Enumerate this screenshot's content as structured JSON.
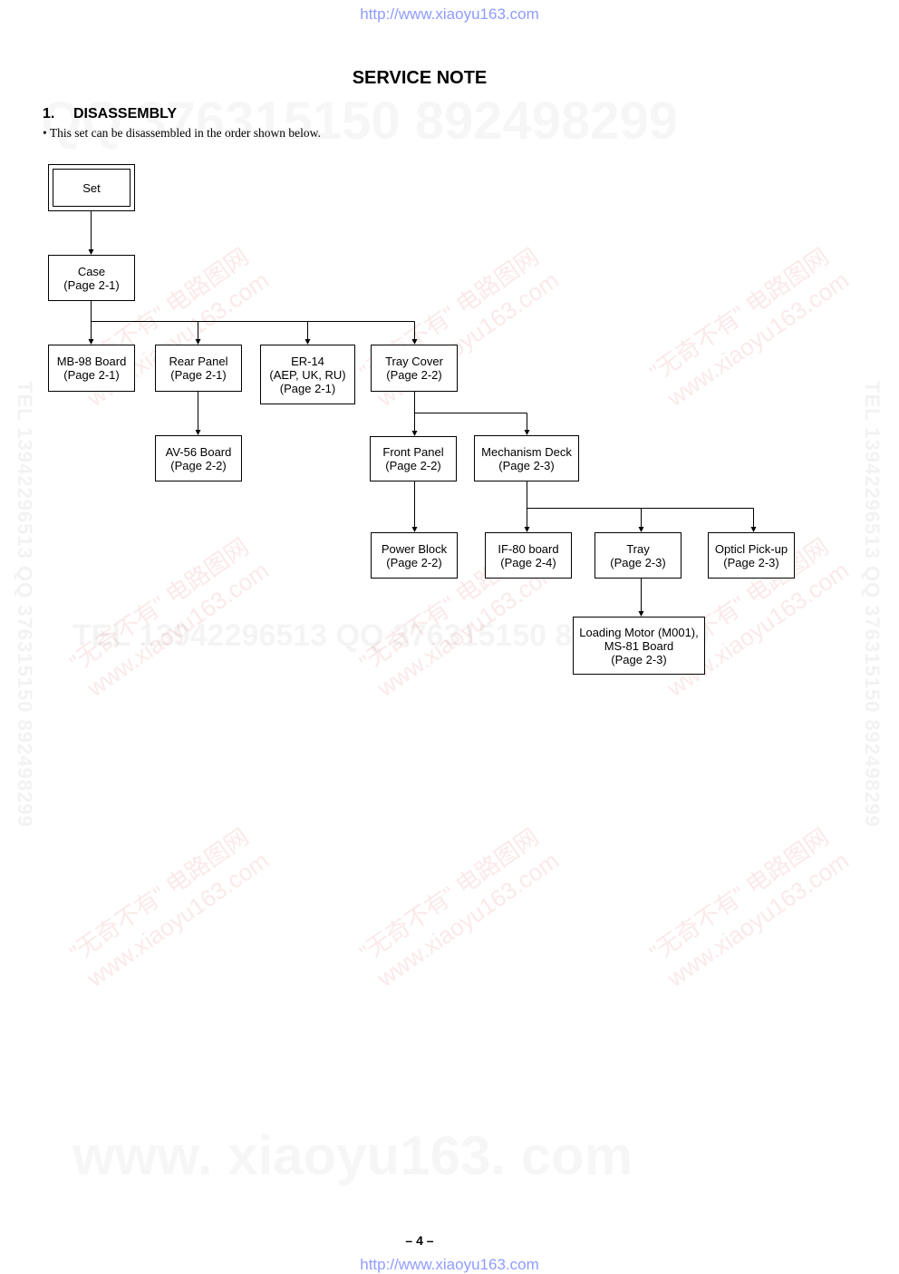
{
  "header": {
    "url": "http://www.xiaoyu163.com"
  },
  "title": "SERVICE NOTE",
  "section": {
    "number": "1.",
    "title": "DISASSEMBLY"
  },
  "intro": "•  This set can be disassembled in the order shown below.",
  "nodes": {
    "set": "Set",
    "case": "Case\n(Page 2-1)",
    "mb98": "MB-98 Board\n(Page 2-1)",
    "rear_panel": "Rear Panel\n(Page 2-1)",
    "er14": "ER-14\n(AEP, UK, RU)\n(Page 2-1)",
    "tray_cover": "Tray Cover\n(Page 2-2)",
    "av56": "AV-56 Board\n(Page 2-2)",
    "front_panel": "Front Panel\n(Page 2-2)",
    "mech_deck": "Mechanism Deck\n(Page 2-3)",
    "power_block": "Power Block\n(Page 2-2)",
    "if80": "IF-80 board\n(Page 2-4)",
    "tray": "Tray\n(Page 2-3)",
    "optical": "Opticl Pick-up\n(Page 2-3)",
    "loading_motor": "Loading Motor (M001),\nMS-81 Board\n(Page 2-3)"
  },
  "page_number": "– 4 –",
  "footer": {
    "url": "http://www.xiaoyu163.com"
  },
  "watermarks": {
    "big_top": "QQ 376315150   892498299",
    "mid": "TEL 13942296513   QQ 376315150   892498299",
    "side": "TEL 13942296513  QQ 376315150  892498299",
    "diag_line1": "\"无奇不有\" 电路图网",
    "diag_line2": "www.xiaoyu163.com",
    "big_bottom": "www. xiaoyu163. com"
  }
}
